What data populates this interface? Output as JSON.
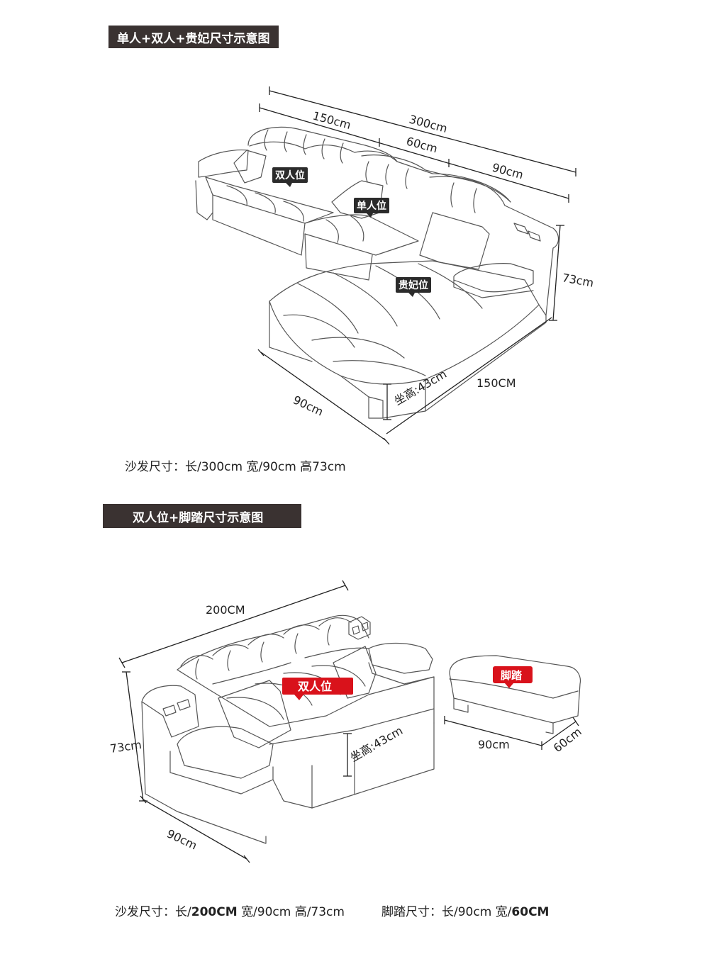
{
  "section1": {
    "banner": "单人+双人+贵妃尺寸示意图",
    "dims": {
      "total_length": "300cm",
      "seg_left": "150cm",
      "seg_mid": "60cm",
      "seg_right": "90cm",
      "height": "73cm",
      "chaise_length": "150CM",
      "chaise_width": "90cm",
      "seat_height": "坐高:43cm"
    },
    "tags": {
      "double": "双人位",
      "single": "单人位",
      "chaise": "贵妃位"
    },
    "caption": "沙发尺寸：长/300cm  宽/90cm  高73cm"
  },
  "section2": {
    "banner": "双人位+脚踏尺寸示意图",
    "dims": {
      "length": "200CM",
      "height": "73cm",
      "depth": "90cm",
      "seat_height": "坐高:43cm",
      "ottoman_length": "90cm",
      "ottoman_width": "60cm"
    },
    "tags": {
      "double": "双人位",
      "ottoman": "脚踏"
    },
    "caption_sofa": {
      "prefix": "沙发尺寸：长/",
      "length": "200CM",
      "rest": " 宽/90cm  高/73cm"
    },
    "caption_ottoman": {
      "prefix": "脚踏尺寸：长/90cm  宽/",
      "width": "60CM"
    }
  },
  "colors": {
    "banner_bg": "#3a3231",
    "tag_dark": "#2b2b2b",
    "tag_red": "#d9121b",
    "line": "#555555"
  }
}
